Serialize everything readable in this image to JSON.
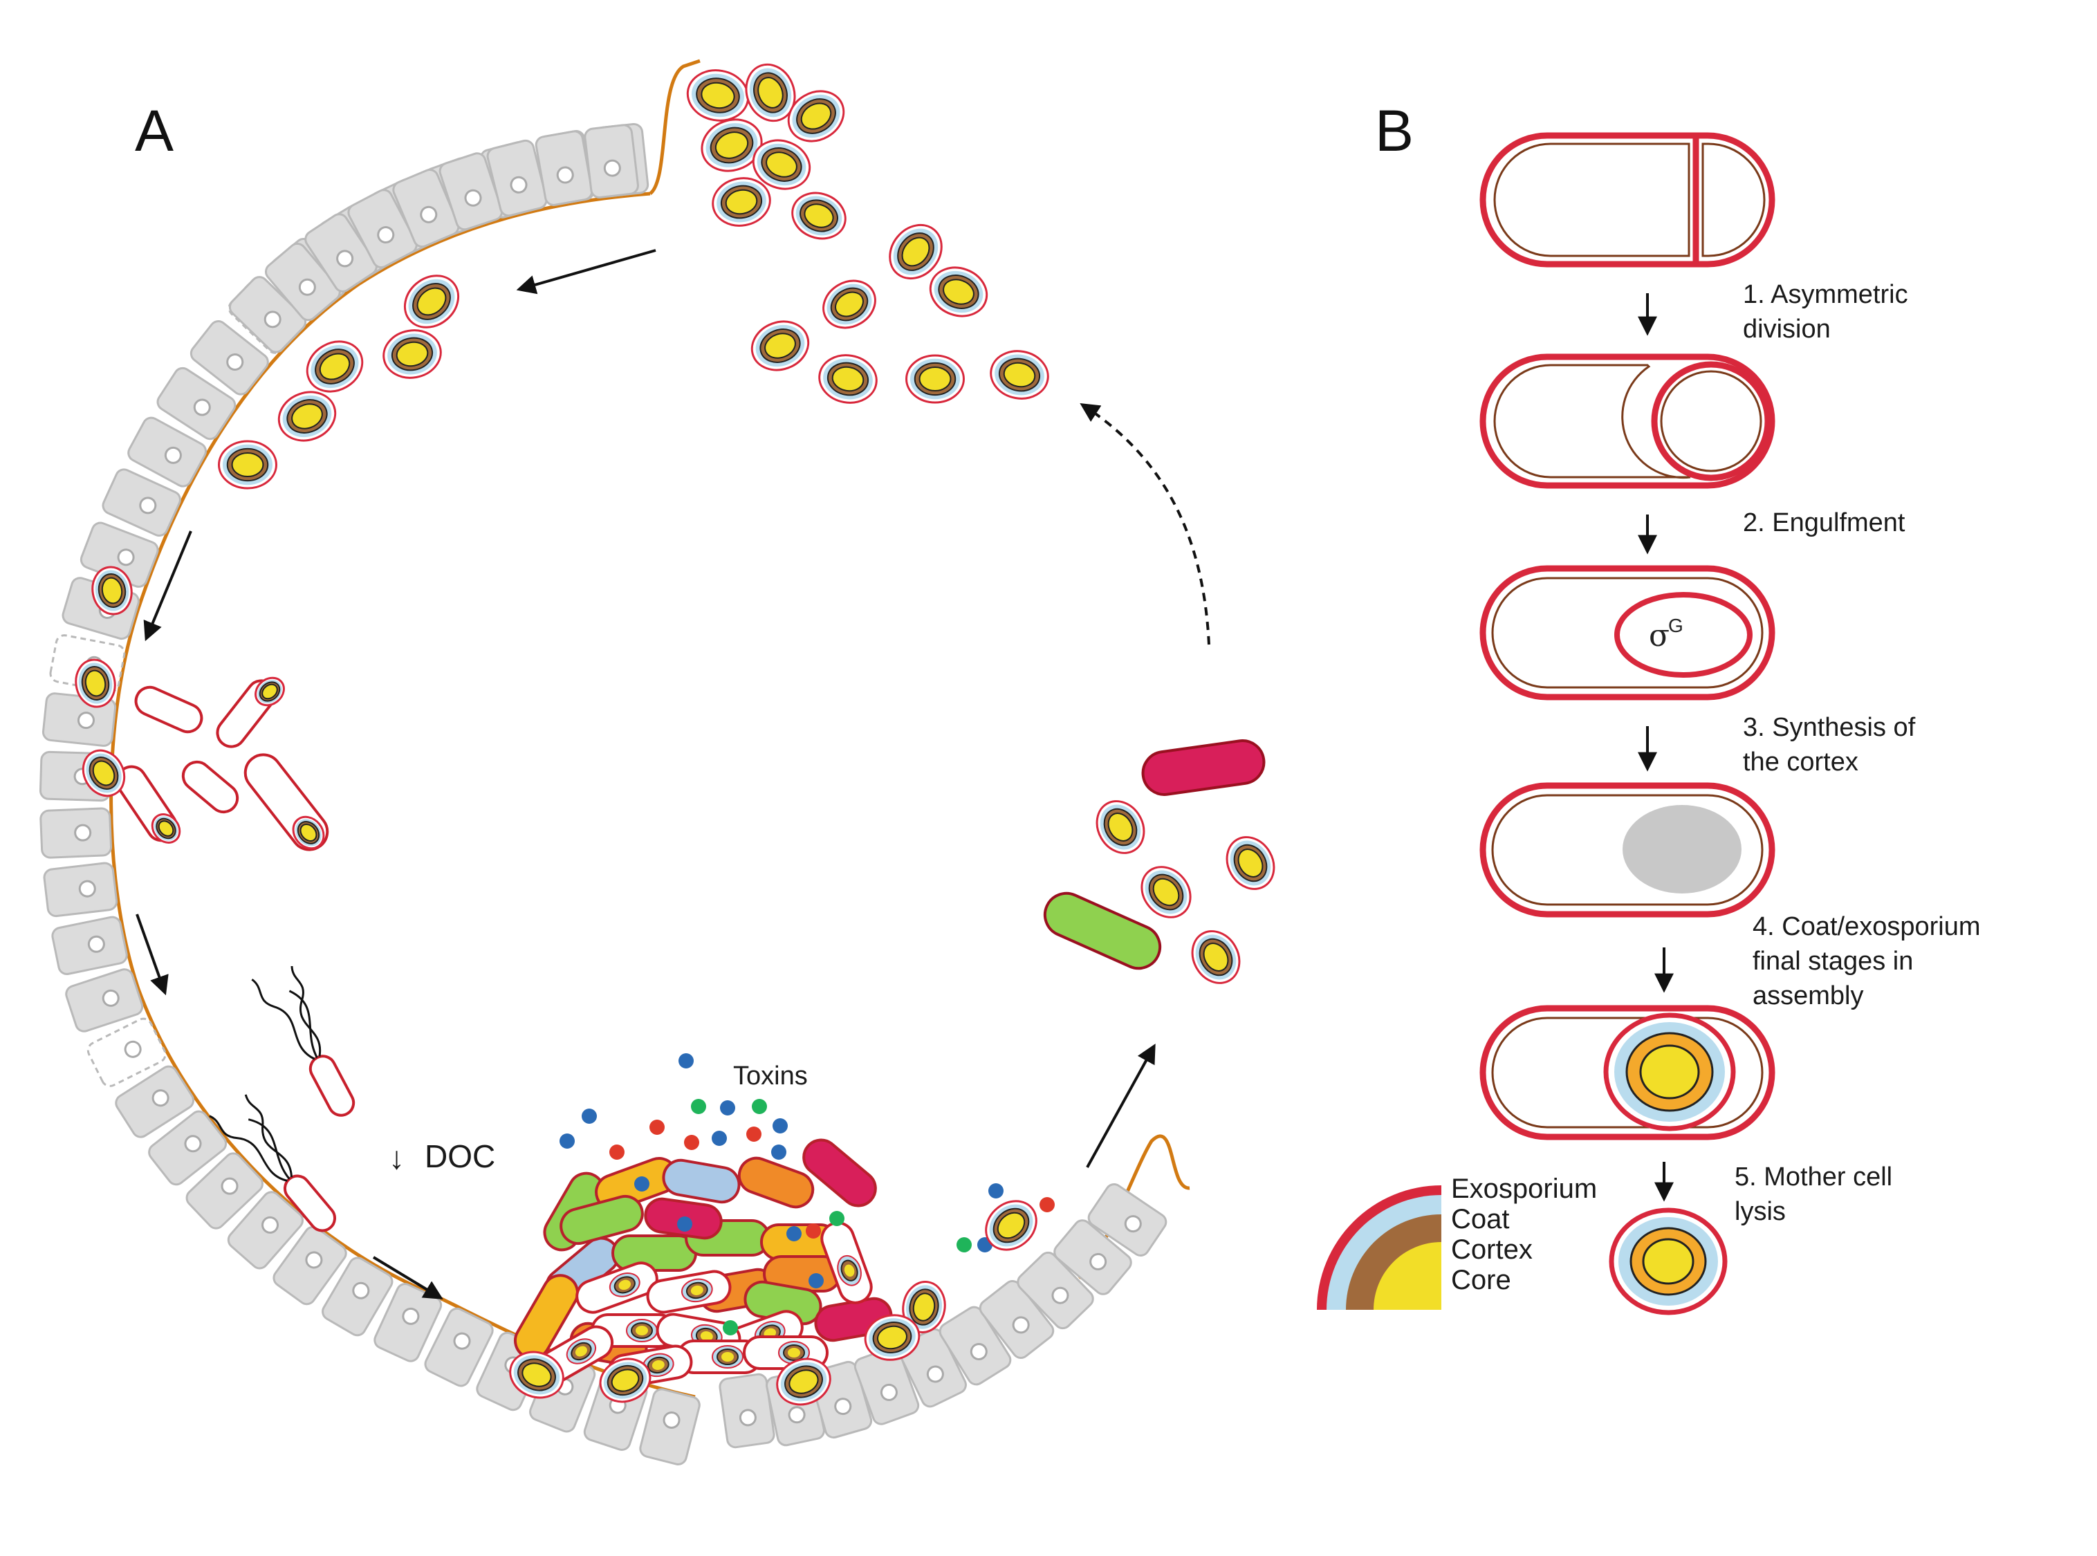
{
  "panels": {
    "a": {
      "letter": "A"
    },
    "b": {
      "letter": "B"
    }
  },
  "panel_a": {
    "doc_label": "DOC",
    "doc_arrow_glyph": "↓",
    "toxins_label": "Toxins"
  },
  "panel_b": {
    "steps": [
      {
        "lines": [
          "1. Asymmetric",
          "division"
        ]
      },
      {
        "lines": [
          "2. Engulfment"
        ]
      },
      {
        "lines": [
          "3. Synthesis of",
          "the cortex"
        ]
      },
      {
        "lines": [
          "4. Coat/exosporium",
          "final stages in",
          "assembly"
        ]
      },
      {
        "lines": [
          "5. Mother cell",
          "lysis"
        ]
      }
    ],
    "sigma_symbol": "σ",
    "sigma_superscript": "G",
    "legend": [
      "Exosporium",
      "Coat",
      "Cortex",
      "Core"
    ]
  },
  "colors": {
    "exosporium": "#d8283c",
    "coat": "#b9dcee",
    "cortex": "#a06a3c",
    "core": "#f2de28",
    "spore_core_outline": "#f4a92c",
    "epithelium": "#dcdcdc",
    "mucus_line": "#d27a12",
    "cell_outline": "#c8202c",
    "veg_green": "#8fd14f",
    "veg_red": "#d81f5a",
    "veg_orange": "#f08a28",
    "veg_yellow": "#f5b820",
    "veg_blue": "#aac8e6",
    "dot_blue": "#2a6ab5",
    "dot_red": "#e03a2a",
    "dot_green": "#1fb45a",
    "cortex_gray": "#c8c8c8"
  }
}
